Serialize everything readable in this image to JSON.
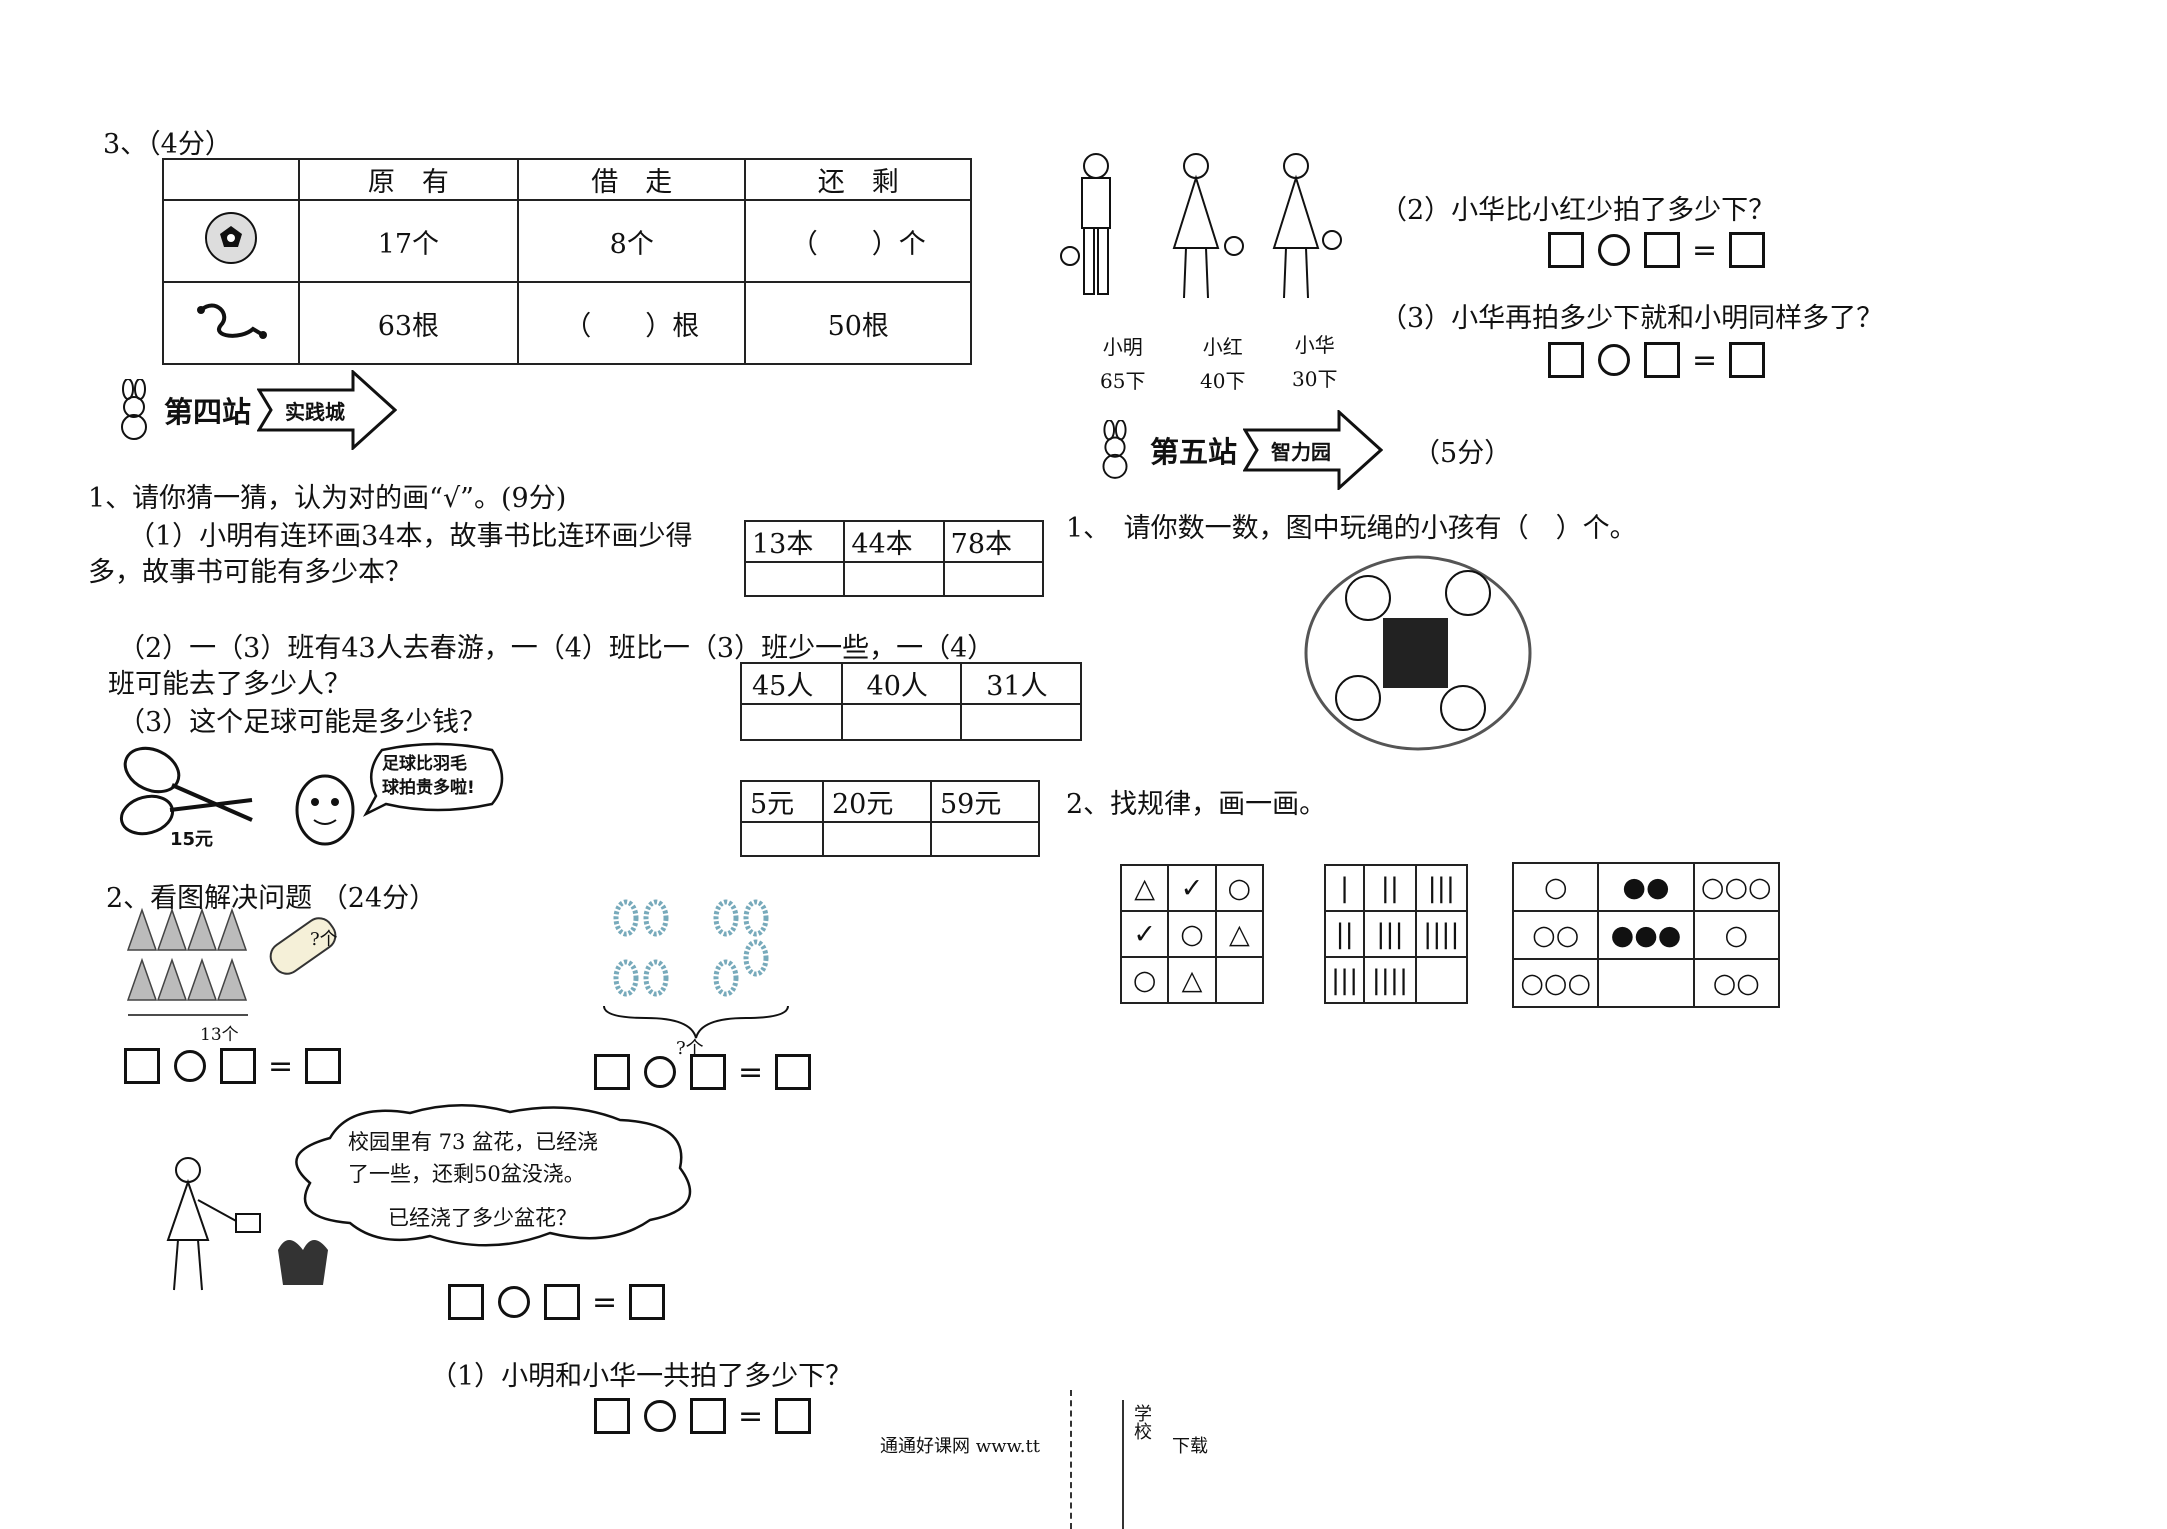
{
  "q3": {
    "title": "3、（4分）",
    "headers": [
      "原　有",
      "借　走",
      "还　剩"
    ],
    "rows": [
      {
        "icon": "soccer-ball-icon",
        "cells": [
          "17个",
          "8个",
          "（　　）个"
        ]
      },
      {
        "icon": "jump-rope-icon",
        "cells": [
          "63根",
          "（　　）根",
          "50根"
        ]
      }
    ]
  },
  "station4": {
    "name": "第四站",
    "tag": "实践城"
  },
  "station5": {
    "name": "第五站",
    "tag": "智力园",
    "score": "（5分）"
  },
  "s4q1": {
    "title": "1、请你猜一猜，认为对的画“√”。(9分)",
    "p1_line1": "（1）小明有连环画34本，故事书比连环画少得",
    "p1_line2": "多，故事书可能有多少本？",
    "p1_options": [
      "13本",
      "44本",
      "78本"
    ],
    "p2_line1": "（2）一（3）班有43人去春游，一（4）班比一（3）班少一些，一（4）",
    "p2_line2": "班可能去了多少人？",
    "p2_options": [
      "45人",
      "40人",
      "31人"
    ],
    "p3": "（3）这个足球可能是多少钱？",
    "p3_options": [
      "5元",
      "20元",
      "59元"
    ],
    "racket_price": "15元",
    "speech_line1": "足球比羽毛",
    "speech_line2": "球拍贵多啦!"
  },
  "s4q2": {
    "title": "2、看图解决问题 （24分）",
    "shuttle_count": "13个",
    "tube_label": "?个",
    "rings_label": "?个",
    "cloud_line1": "校园里有 73 盆花，已经浇",
    "cloud_line2": "了一些，还剩50盆没浇。",
    "cloud_line3": "已经浇了多少盆花？",
    "q1": "（1）小明和小华一共拍了多少下？"
  },
  "right": {
    "kids": [
      {
        "name": "小明",
        "count": "65下"
      },
      {
        "name": "小红",
        "count": "40下"
      },
      {
        "name": "小华",
        "count": "30下"
      }
    ],
    "q2": "（2）小华比小红少拍了多少下？",
    "q3": "（3）小华再拍多少下就和小明同样多了？",
    "s5q1": "1、　请你数一数，图中玩绳的小孩有（　）个。",
    "s5q2": "2、找规律，画一画。"
  },
  "pattern1": [
    [
      "△",
      "✓",
      "○"
    ],
    [
      "✓",
      "○",
      "△"
    ],
    [
      "○",
      "△",
      ""
    ]
  ],
  "pattern2": [
    [
      "|",
      "||",
      "|||"
    ],
    [
      "||",
      "|||",
      "||||"
    ],
    [
      "|||",
      "||||",
      ""
    ]
  ],
  "pattern3": [
    [
      "○",
      "●●",
      "○○○"
    ],
    [
      "○○",
      "●●●",
      "○"
    ],
    [
      "○○○",
      "",
      "○○"
    ]
  ],
  "footer": {
    "site": "通通好课网 www.tt",
    "download": "下载",
    "school": "学校"
  }
}
